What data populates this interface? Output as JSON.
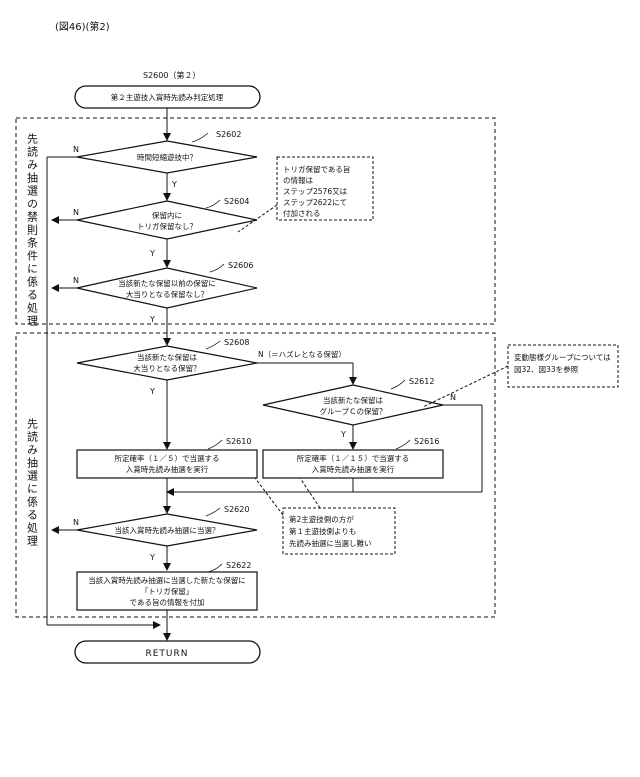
{
  "header": {
    "fig": "(図46)(第2)"
  },
  "start": {
    "id": "S2600（第２）",
    "label": "第２主遊技入賞時先読み判定処理"
  },
  "sections": {
    "top": "先読み抽選の禁則条件に係る処理",
    "bottom": "先読み抽選に係る処理"
  },
  "steps": {
    "s2602": {
      "id": "S2602",
      "text": "時間短縮遊技中？"
    },
    "s2604": {
      "id": "S2604",
      "line1": "保留内に",
      "line2": "トリガ保留なし？"
    },
    "s2606": {
      "id": "S2606",
      "line1": "当該新たな保留以前の保留に",
      "line2": "大当りとなる保留なし？"
    },
    "s2608": {
      "id": "S2608",
      "line1": "当該新たな保留は",
      "line2": "大当りとなる保留？"
    },
    "s2612": {
      "id": "S2612",
      "line1": "当該新たな保留は",
      "line2": "グループＣの保留？"
    },
    "s2610": {
      "id": "S2610",
      "line1": "所定確率（１／５）で当選する",
      "line2": "入賞時先読み抽選を実行"
    },
    "s2616": {
      "id": "S2616",
      "line1": "所定確率（１／１５）で当選する",
      "line2": "入賞時先読み抽選を実行"
    },
    "s2620": {
      "id": "S2620",
      "text": "当該入賞時先読み抽選に当選？"
    },
    "s2622": {
      "id": "S2622",
      "line1": "当該入賞時先読み抽選に当選した新たな保留に",
      "line2": "「トリガ保留」",
      "line3": "である旨の情報を付加"
    }
  },
  "notes": {
    "trigger": {
      "line1": "トリガ保留である旨",
      "line2": "の情報は",
      "line3": "ステップ2576又は",
      "line4": "ステップ2622にて",
      "line5": "付加される"
    },
    "group": {
      "line1": "変動態様グループについては",
      "line2": "図32、図33を参照"
    },
    "second": {
      "line1": "第2主遊技側の方が",
      "line2": "第１主遊技側よりも",
      "line3": "先読み抽選に当選し難い"
    }
  },
  "labels": {
    "yes": "Y",
    "no": "N",
    "no_hazure": "N（＝ハズレとなる保留）"
  },
  "end": {
    "label": "RETURN"
  }
}
